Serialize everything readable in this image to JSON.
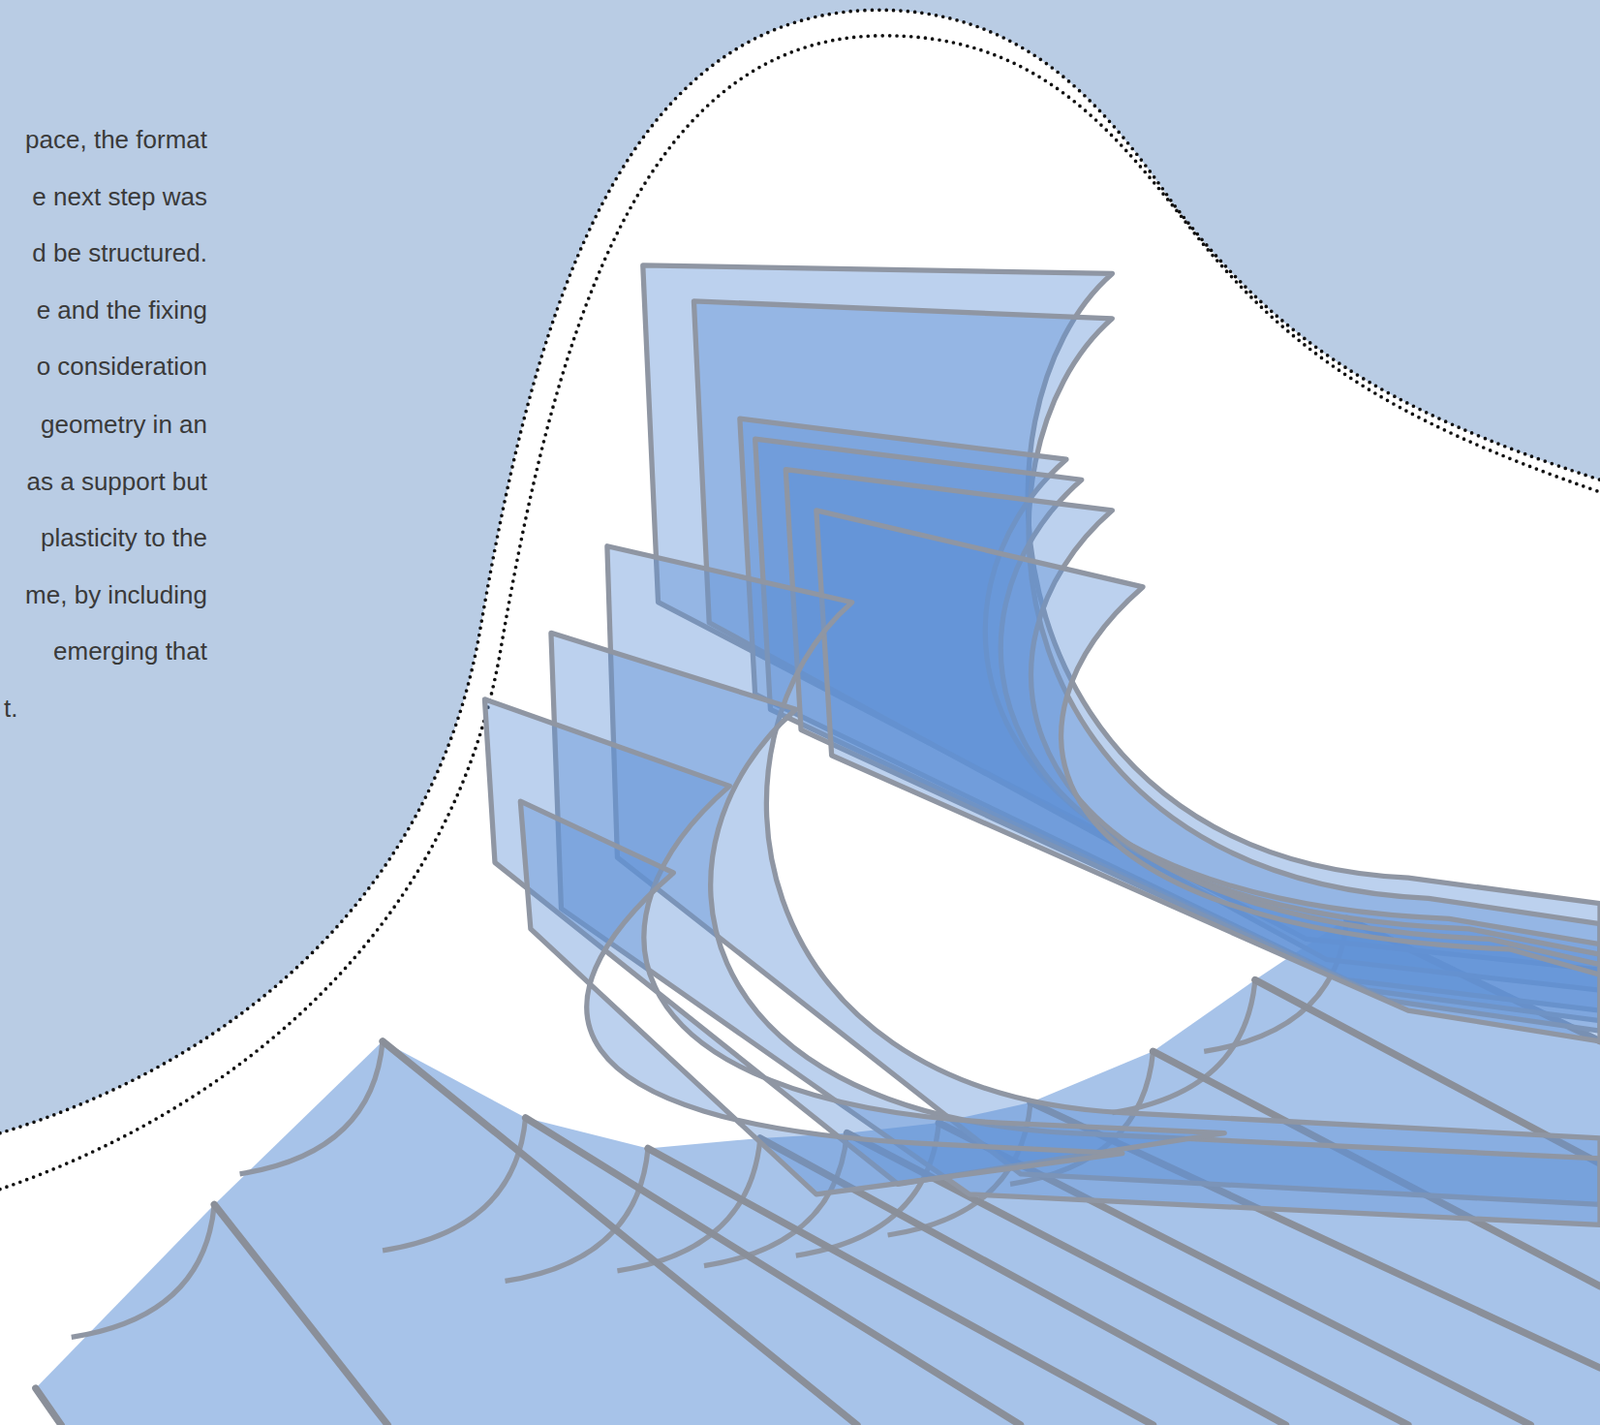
{
  "diagram": {
    "labels": [
      "pace, the format",
      "e next step was",
      "d be structured.",
      "e and the fixing",
      "o  consideration",
      "geometry in an",
      "as a support but",
      "plasticity to the",
      "me, by including",
      "emerging that",
      "t."
    ]
  }
}
